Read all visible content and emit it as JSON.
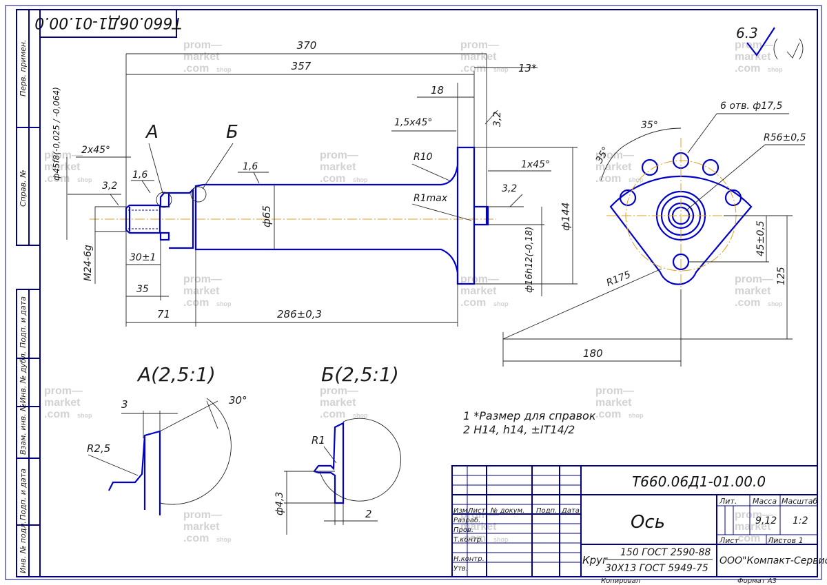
{
  "drawing_number": "Т660.06Д1-01.00.0",
  "part_name": "Ось",
  "side_stamp": {
    "perv_primen": "Перв. примен.",
    "sprav_no": "Справ. №",
    "podp_data_1": "Подп. и дата",
    "inv_dubl": "Инв. № дубл.",
    "vzam_inv": "Взам. инв. №",
    "podp_data_2": "Подп. и дата",
    "inv_podl": "Инв. № подл."
  },
  "roughness": {
    "value": "6.3"
  },
  "dims": {
    "d370": "370",
    "d357": "357",
    "d13": "13*",
    "d18": "18",
    "d32v": "3,2",
    "chamfer15": "1,5х45°",
    "r10": "R10",
    "chamfer1": "1х45°",
    "d32b": "3,2",
    "r1max": "R1max",
    "d144": "ф144",
    "d16": "ф16h12(-0,18)",
    "d45": "ф45f8(-0,025 / -0,064)",
    "chamfer2": "2х45°",
    "d16a": "1,6",
    "d32a": "3,2",
    "m24": "M24-6g",
    "d30": "30±1",
    "d35": "35",
    "d71": "71",
    "d286": "286±0,3",
    "d65": "ф65",
    "d16c": "1,6",
    "labelA": "А",
    "labelB": "Б"
  },
  "flange_view": {
    "holes": "6 отв. ф17,5",
    "r56": "R56±0,5",
    "a35a": "35°",
    "a35b": "35°",
    "r175": "R175",
    "d45": "45±0,5",
    "d125": "125",
    "d180": "180"
  },
  "detail_a": {
    "title": "А(2,5:1)",
    "d3": "3",
    "a30": "30°",
    "r25": "R2,5"
  },
  "detail_b": {
    "title": "Б(2,5:1)",
    "r1": "R1",
    "d43": "ф4,3",
    "d2": "2"
  },
  "notes": [
    "1  *Размер для справок",
    "2  H14, h14, ±IT14/2"
  ],
  "title_block": {
    "drawing_number": "Т660.06Д1-01.00.0",
    "name": "Ось",
    "lit": "Лит.",
    "massa": "Масса",
    "masshtab": "Масштаб",
    "mass_value": "9,12",
    "scale_value": "1:2",
    "list": "Лист",
    "listov": "Листов 1",
    "izm": "Изм.",
    "list_col": "Лист",
    "doc_no": "№ докум.",
    "podp": "Подп.",
    "data": "Дата",
    "razrab": "Разраб.",
    "prov": "Пров.",
    "tkontr": "Т.контр.",
    "nkontr": "Н.контр.",
    "utv": "Утв.",
    "krug": "Круг",
    "material_top": "150 ГОСТ 2590-88",
    "material_bottom": "30Х13 ГОСТ 5949-75",
    "company": "ООО\"Компакт-Сервис\"",
    "kopiroval": "Копировал",
    "format": "Формат    А3"
  },
  "watermark": {
    "line1": "prom—",
    "line2": "market",
    "line3": ".com",
    "shop": "shop"
  }
}
